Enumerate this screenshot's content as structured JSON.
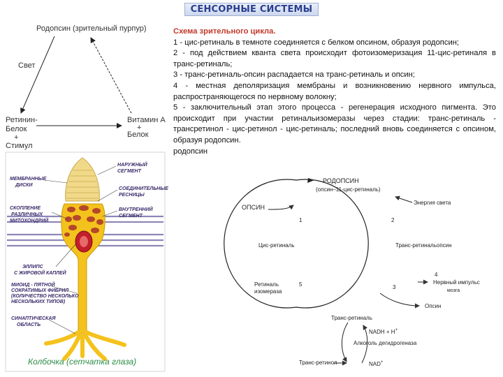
{
  "title": "СЕНСОРНЫЕ СИСТЕМЫ",
  "cycle_left": {
    "top": "Родопсин (зрительный пурпур)",
    "light": "Свет",
    "bottom_left_1": "Ретинин-",
    "bottom_left_2": "Белок",
    "bottom_left_plus": "+",
    "bottom_left_3": "Стимул",
    "bottom_right_1": "Витамин А",
    "bottom_right_plus": "+",
    "bottom_right_2": "Белок"
  },
  "cone": {
    "outer_segment": [
      "НАРУЖНЫЙ",
      "СЕГМЕНТ"
    ],
    "membrane_discs": [
      "МЕМБРАННЫЕ",
      "ДИСКИ"
    ],
    "connecting_cilia": [
      "СОЕДИНИТЕЛЬНЫЕ",
      "РЕСНИЦЫ"
    ],
    "mito_cluster": [
      "СКОПЛЕНИЕ",
      "РАЗЛИЧНЫХ",
      "МИТОХОНДРИЙ"
    ],
    "inner_segment": [
      "ВНУТРЕННИЙ",
      "СЕГМЕНТ"
    ],
    "ellipsoid": [
      "ЭЛЛИПС",
      "С ЖИРОВОЙ КАПЛЕЙ"
    ],
    "myoid": [
      "МИОИД - ПЯТНОЙ",
      "СОКРАТИМЫХ ФИБРИЛ",
      "(КОЛИЧЕСТВО НЕСКОЛЬКО",
      "НЕСКОЛЬКИХ ТИПОВ)"
    ],
    "synaptic": [
      "СИНАПТИЧЕСКАЯ",
      "ОБЛАСТЬ"
    ],
    "caption": "Колбочка (сетчатка глаза)"
  },
  "description": {
    "heading": "Схема зрительного цикла.",
    "lines": [
      "1 - цис-ретиналь в темноте соединяется с белком опсином, образуя родопсин;",
      "2 - под действием кванта света происходит фотоизомеризация 11-цис-ретиналя в транс-ретиналь;",
      "3 - транс-ретиналь-опсин распадается на транс-ретиналь и опсин;",
      "4 - местная деполяризация мембраны и возникновению нервного импульса, распространяющегося по нервному волокну;",
      "5 - заключительный этап этого процесса - регенерация исходного пигмента. Это происходит при участии ретинальизомеразы через стадии: транс-ретиналь - трансретинол - цис-ретинол - цис-ретиналь; последний вновь соединяется с опсином, образуя родопсин.",
      "родопсин"
    ]
  },
  "cycle_right": {
    "rhodopsin": "РОДОПСИН",
    "rhodopsin_sub": "(опсин–11-цис-ретиналь)",
    "light_energy": "Энергия света",
    "opsin_left": "ОПСИН",
    "n1": "1",
    "n2": "2",
    "cis_retinal": "Цис-ретиналь",
    "trans_retinal_opsin": "Транс-ретинальопсин",
    "n4": "4",
    "nerve_impulse_1": "Нервный импульс",
    "nerve_impulse_2": "мозга",
    "retinal_isomerase_1": "Ретиналь",
    "retinal_isomerase_2": "изомераза",
    "n5": "5",
    "n3": "3",
    "opsin_right": "Опсин",
    "trans_retinal": "Транс-ретиналь",
    "nadh": "NADH + H",
    "plus_sup": "+",
    "alcohol_dh": "Алкоголь дегидрогеназа",
    "trans_retinol": "Транс-ретинол",
    "nad": "NAD"
  },
  "colors": {
    "title": "#2a3f8f",
    "heading_red": "#c0392b",
    "cone_yellow": "#f4c21c",
    "outer_segment": "#f1d98a",
    "mitochondria": "#b5472a",
    "nucleus": "#c21f2a",
    "membrane_stripes": "#8e87b8",
    "caption_green": "#2f8d46"
  }
}
